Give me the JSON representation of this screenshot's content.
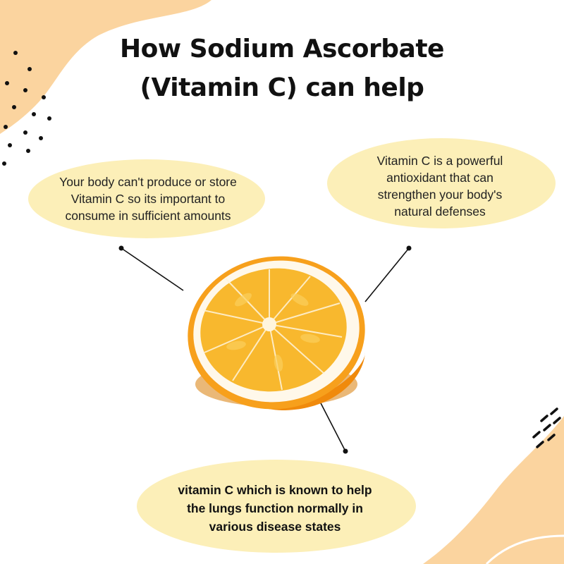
{
  "title": {
    "line1": "How Sodium Ascorbate",
    "line2": "(Vitamin C) can help"
  },
  "callouts": {
    "left": {
      "lines": [
        "Your body can't produce or store",
        "Vitamin C so its important to",
        "consume in sufficient amounts"
      ]
    },
    "right": {
      "lines": [
        "Vitamin C is a powerful",
        "antioxidant that can",
        "strengthen your body's",
        "natural defenses"
      ]
    },
    "bottom": {
      "lines": [
        "vitamin C which is known to help",
        "the lungs function normally in",
        "various disease states"
      ]
    }
  },
  "colors": {
    "blob": "#fbd49f",
    "bubble": "#fcefb8",
    "dots": "#111111",
    "peel": "#f29a12",
    "pith": "#fff8ea",
    "flesh": "#f8b82e"
  },
  "central_image": "orange-slice"
}
